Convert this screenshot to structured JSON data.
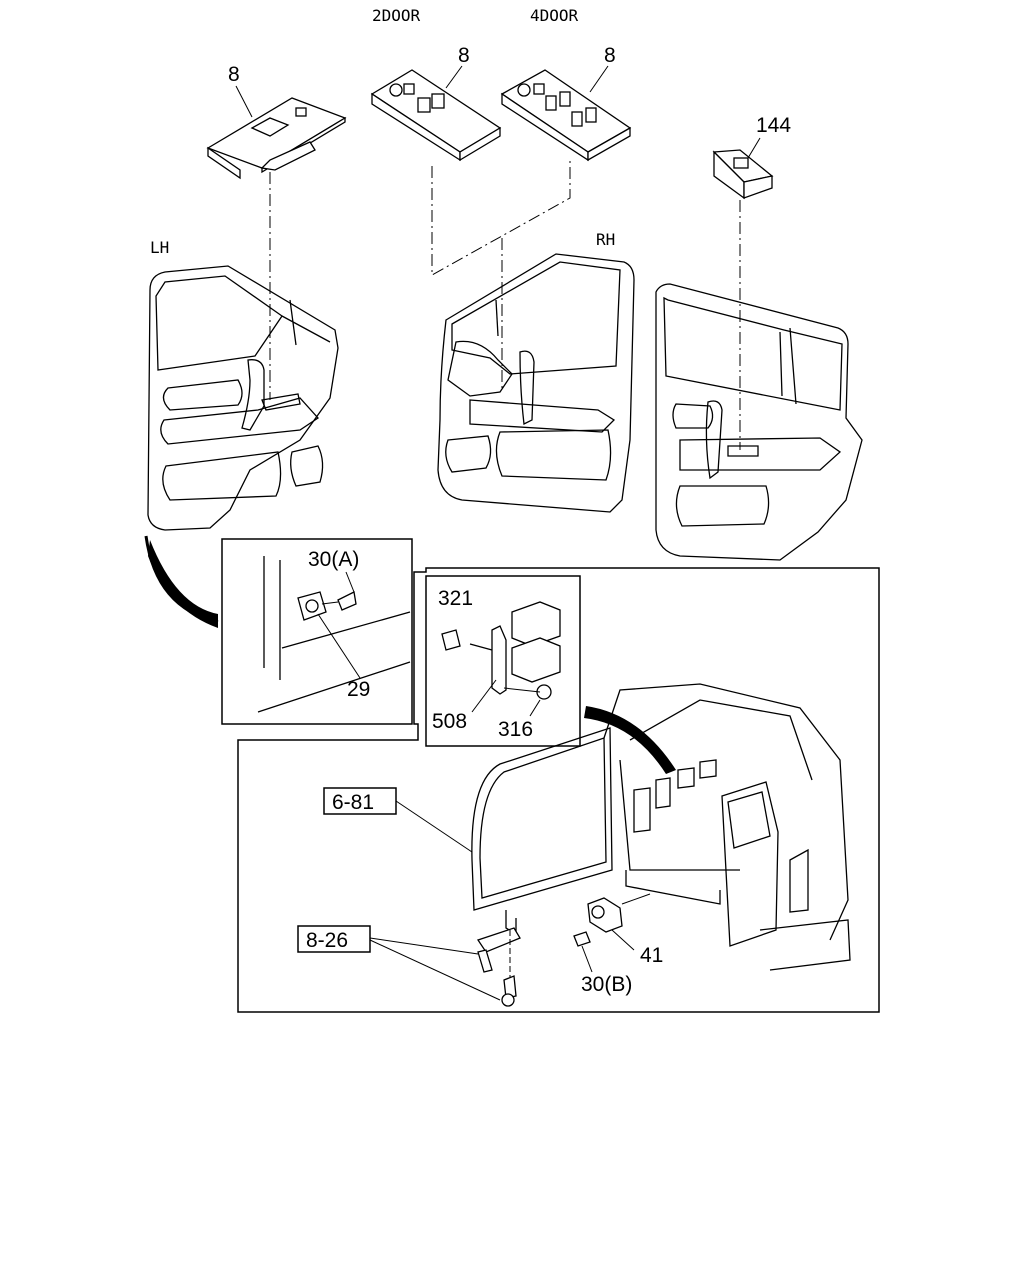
{
  "headers": {
    "door_2": "2DOOR",
    "door_4": "4DOOR"
  },
  "sides": {
    "left": "LH",
    "right": "RH"
  },
  "callouts": {
    "switch_lh": "8",
    "switch_2door": "8",
    "switch_4door": "8",
    "switch_rear": "144",
    "clip": "30(A)",
    "clip_base": "29",
    "bolt": "321",
    "bracket": "508",
    "nut": "316",
    "ref_door_trim": "6-81",
    "ref_bracket": "8-26",
    "lamp": "41",
    "screw": "30(B)"
  }
}
